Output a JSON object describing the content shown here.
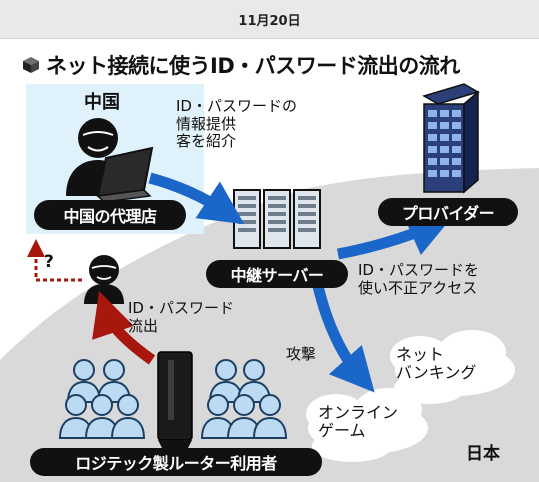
{
  "date": "11月20日",
  "title": "ネット接続に使うID・パスワード流出の流れ",
  "icons": [
    "cube-icon",
    "hacker-laptop-icon",
    "server-rack-icon",
    "building-icon",
    "masked-person-icon",
    "user-group-icon",
    "router-icon"
  ],
  "colors": {
    "flow_blue": "#1b66c9",
    "leak_red": "#a8170d",
    "china_bg": "#dff2fb",
    "japan_gray": "#d9d9d9",
    "pill_black": "#111111"
  },
  "china": {
    "region_label": "中国",
    "agent_label": "中国の代理店"
  },
  "unknown_mark": "?",
  "flows": {
    "info_provided": [
      "ID・パスワードの",
      "情報提供",
      "客を紹介"
    ],
    "unauthorized_access": [
      "ID・パスワードを",
      "使い不正アクセス"
    ],
    "attack": "攻撃",
    "leak": [
      "ID・パスワード",
      "流出"
    ]
  },
  "nodes": {
    "relay_server": "中継サーバー",
    "provider": "プロバイダー",
    "online_banking": [
      "ネット",
      "バンキング"
    ],
    "online_game": [
      "オンライン",
      "ゲーム"
    ],
    "users": "ロジテック製ルーター利用者"
  },
  "japan_label": "日本"
}
